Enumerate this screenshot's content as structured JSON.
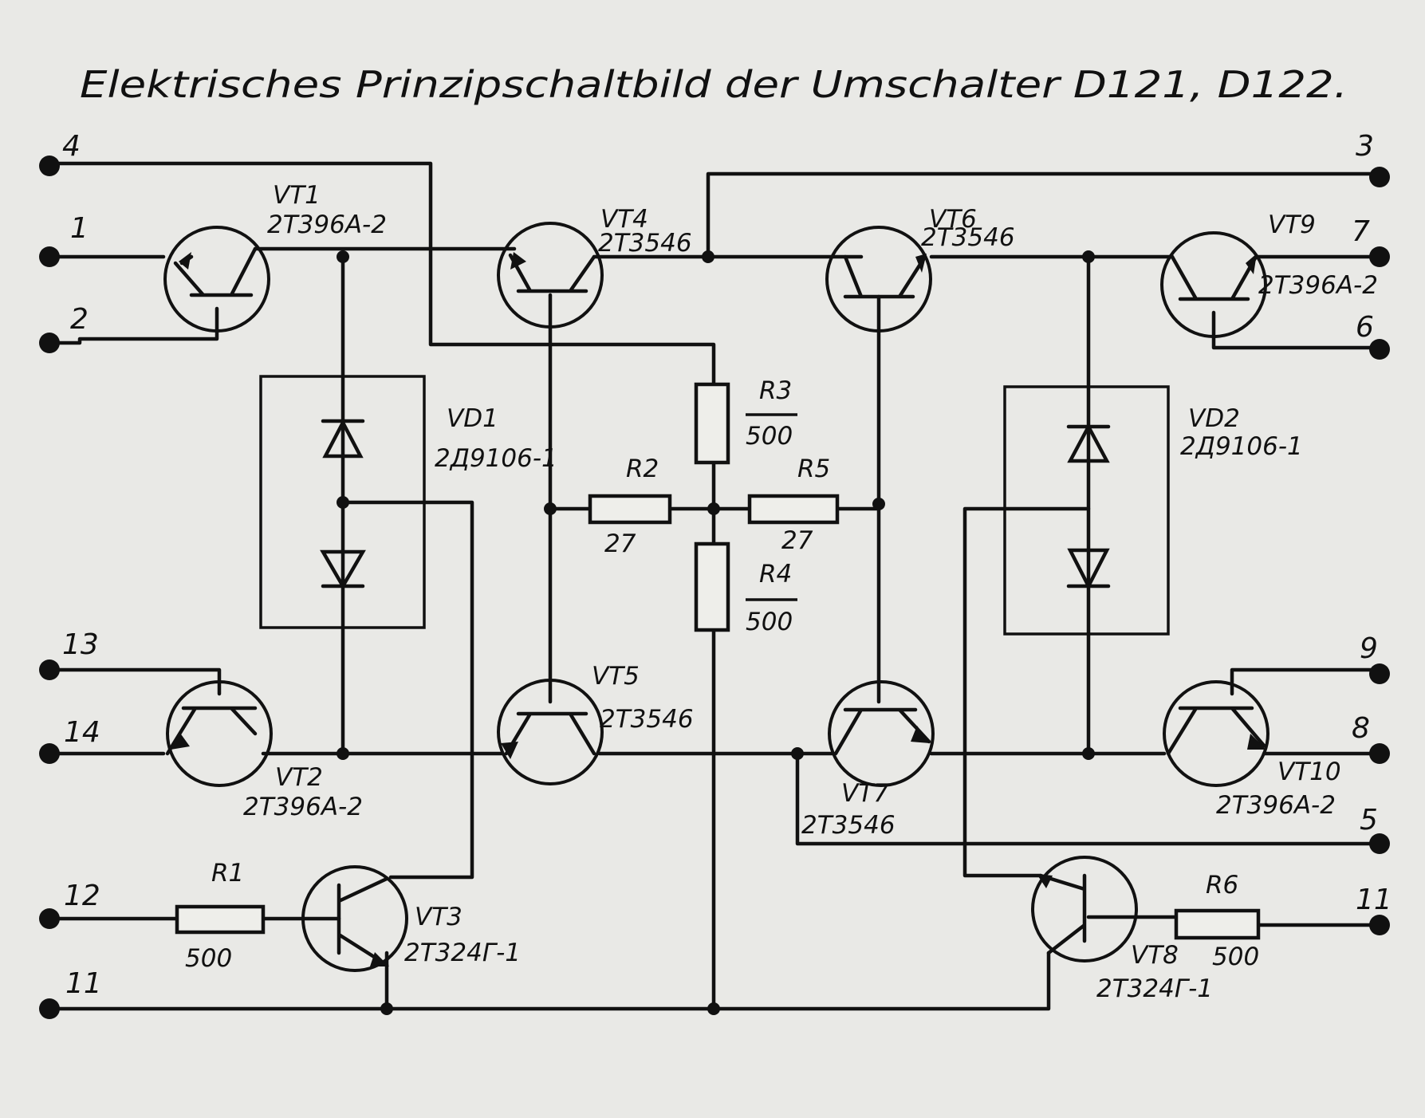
{
  "title": "Elektrisches Prinzipschaltbild der Umschalter D121, D122.",
  "transistors": [
    {
      "ref": "VT1",
      "type": "2T396A-2"
    },
    {
      "ref": "VT2",
      "type": "2T396A-2"
    },
    {
      "ref": "VT3",
      "type": "2T324Г-1"
    },
    {
      "ref": "VT4",
      "type": "2T3546"
    },
    {
      "ref": "VT5",
      "type": "2T3546"
    },
    {
      "ref": "VT6",
      "type": "2T3546"
    },
    {
      "ref": "VT7",
      "type": "2T3546"
    },
    {
      "ref": "VT8",
      "type": "2T324Г-1"
    },
    {
      "ref": "VT9",
      "type": "2T396A-2"
    },
    {
      "ref": "VT10",
      "type": "2T396A-2"
    }
  ],
  "diodes": [
    {
      "ref": "VD1",
      "type": "2Д9106-1"
    },
    {
      "ref": "VD2",
      "type": "2Д9106-1"
    }
  ],
  "resistors": [
    {
      "ref": "R1",
      "value": "500"
    },
    {
      "ref": "R2",
      "value": "27"
    },
    {
      "ref": "R3",
      "value": "500"
    },
    {
      "ref": "R4",
      "value": "500"
    },
    {
      "ref": "R5",
      "value": "27"
    },
    {
      "ref": "R6",
      "value": "500"
    }
  ],
  "terminals": [
    "1",
    "2",
    "3",
    "4",
    "5",
    "6",
    "7",
    "8",
    "9",
    "11",
    "12",
    "13",
    "14",
    "11"
  ]
}
